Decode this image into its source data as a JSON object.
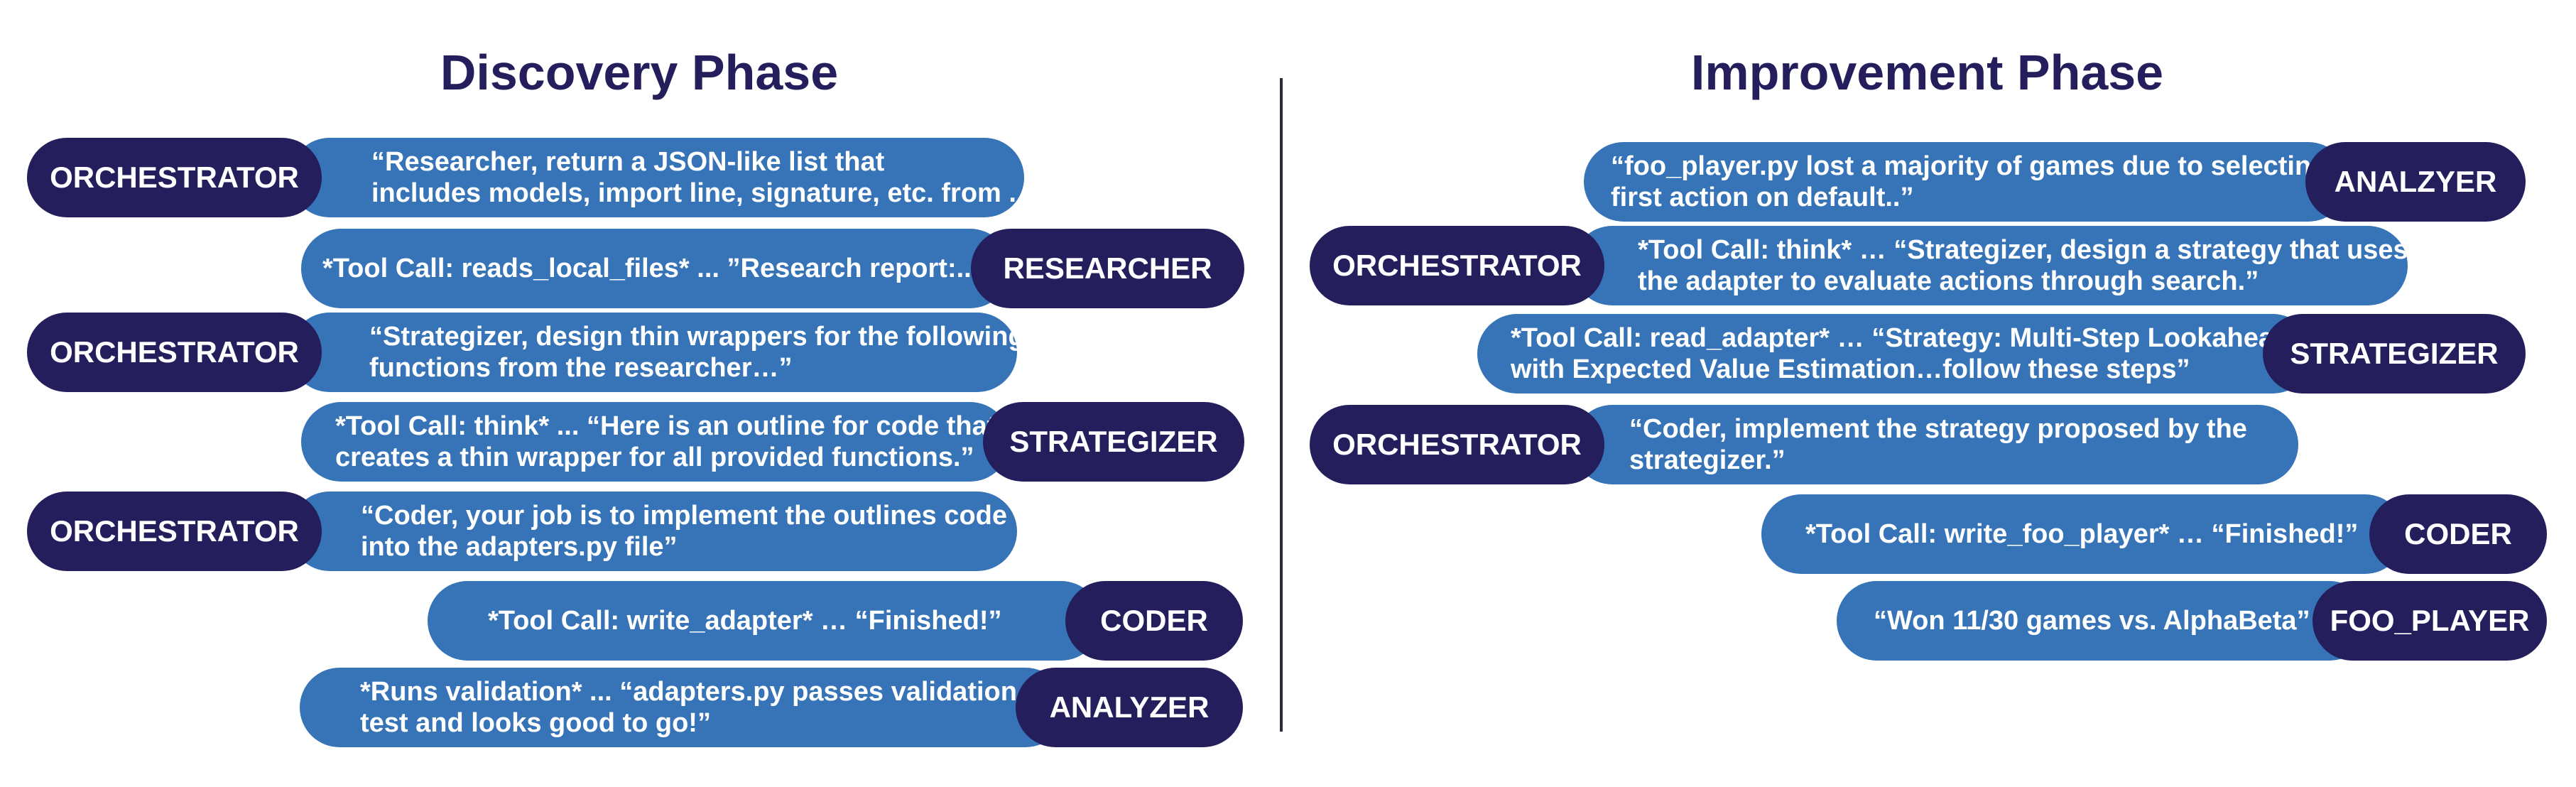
{
  "discovery": {
    "title": "Discovery Phase",
    "messages": [
      {
        "agent": "ORCHESTRATOR",
        "text": "“Researcher, return a JSON-like list that\nincludes models, import line, signature, etc. from ...”"
      },
      {
        "agent": "RESEARCHER",
        "text": "*Tool Call: reads_local_files* ... ”Research report:...”"
      },
      {
        "agent": "ORCHESTRATOR",
        "text": "“Strategizer, design thin wrappers for the following\nfunctions from the researcher…”"
      },
      {
        "agent": "STRATEGIZER",
        "text": "*Tool Call: think* ... “Here is an outline for code that\ncreates a thin wrapper for all provided functions.”"
      },
      {
        "agent": "ORCHESTRATOR",
        "text": "“Coder, your job is to implement the outlines code\ninto the adapters.py file”"
      },
      {
        "agent": "CODER",
        "text": "*Tool Call: write_adapter* … “Finished!”"
      },
      {
        "agent": "ANALYZER",
        "text": "*Runs validation* ... “adapters.py passes validation\ntest and looks good to go!”"
      }
    ]
  },
  "improvement": {
    "title": "Improvement Phase",
    "messages": [
      {
        "agent": "ANALZYER",
        "text": "“foo_player.py lost a majority of games due to selecting\nfirst action on default..”"
      },
      {
        "agent": "ORCHESTRATOR",
        "text": "*Tool Call: think* … “Strategizer, design a strategy that uses\nthe adapter to evaluate actions through search.”"
      },
      {
        "agent": "STRATEGIZER",
        "text": "*Tool Call: read_adapter* … “Strategy: Multi-Step Lookahead\nwith Expected Value Estimation…follow these steps”"
      },
      {
        "agent": "ORCHESTRATOR",
        "text": "“Coder, implement the strategy proposed by the\nstrategizer.”"
      },
      {
        "agent": "CODER",
        "text": "*Tool Call: write_foo_player* … “Finished!”"
      },
      {
        "agent": "FOO_PLAYER",
        "text": "“Won 11/30 games vs. AlphaBeta”"
      }
    ]
  },
  "colors": {
    "agent_badge": "#241e5c",
    "message_bubble": "#3674b7",
    "title": "#241e5c"
  }
}
